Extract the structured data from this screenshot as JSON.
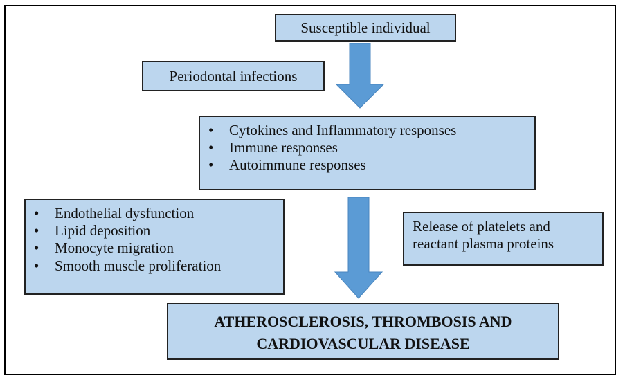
{
  "nodes": {
    "susceptible": "Susceptible individual",
    "periodontal": "Periodontal infections",
    "responses": [
      "Cytokines and Inflammatory responses",
      "Immune responses",
      "Autoimmune responses"
    ],
    "vascular_effects": [
      "Endothelial dysfunction",
      "Lipid deposition",
      "Monocyte migration",
      "Smooth muscle proliferation"
    ],
    "release_line1": "Release of platelets and",
    "release_line2": "reactant plasma proteins",
    "outcome_line1": "ATHEROSCLEROSIS, THROMBOSIS AND",
    "outcome_line2": "CARDIOVASCULAR DISEASE"
  },
  "colors": {
    "box_fill": "#bcd6ee",
    "arrow_fill": "#5b9bd5",
    "border": "#222222"
  }
}
